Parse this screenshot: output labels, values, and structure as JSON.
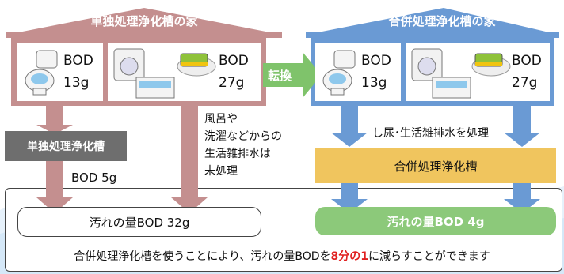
{
  "left_house": {
    "title": "単独処理浄化槽の家",
    "toilet": {
      "label": "BOD",
      "value": "13g"
    },
    "kitchen": {
      "label": "BOD",
      "value": "27g"
    },
    "tank_label": "単独処理浄化槽",
    "tank_output": "BOD 5g",
    "untreated_note": [
      "風呂や",
      "洗濯などからの",
      "生活雑排水は",
      "未処理"
    ],
    "result": "汚れの量BOD 32g"
  },
  "convert_label": "転換",
  "right_house": {
    "title": "合併処理浄化槽の家",
    "toilet": {
      "label": "BOD",
      "value": "13g"
    },
    "kitchen": {
      "label": "BOD",
      "value": "27g"
    },
    "process_note": "し尿･生活雑排水を処理",
    "tank_label": "合併処理浄化槽",
    "result": "汚れの量BOD 4g"
  },
  "summary": {
    "prefix": "合併処理浄化槽を使うことにより、汚れの量BODを",
    "highlight": "8分の1",
    "suffix": "に減らすことができます"
  },
  "colors": {
    "left_accent": "#c48f8f",
    "right_accent": "#6a9ad4",
    "convert": "#7fc36b",
    "tank_right": "#f0c55e",
    "result_right": "#8cc97a",
    "tank_left": "#6e6e6e",
    "highlight": "#e02020"
  }
}
